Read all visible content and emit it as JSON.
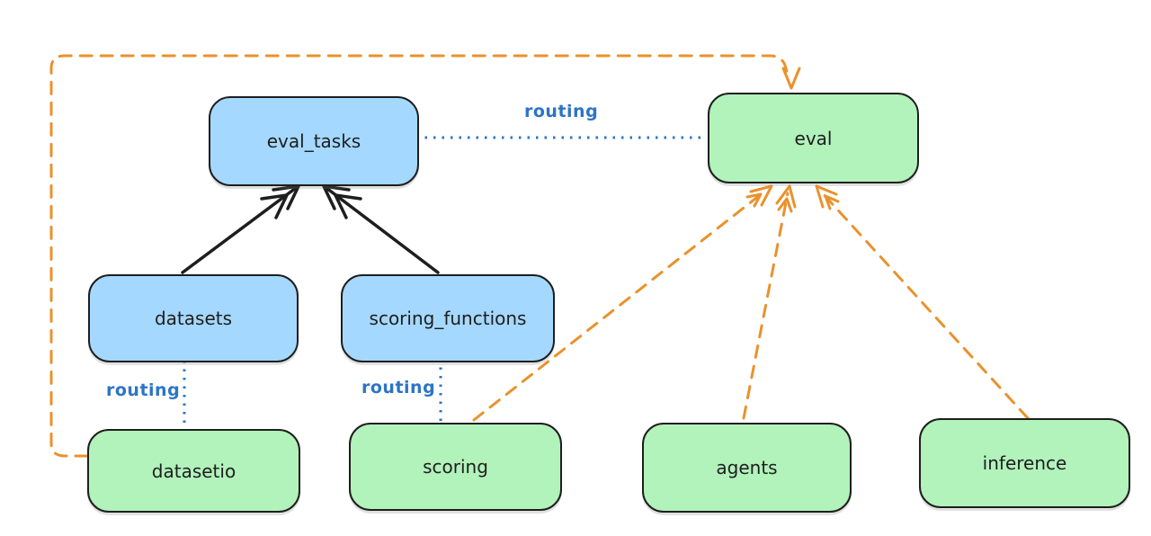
{
  "diagram": {
    "nodes": {
      "eval_tasks": {
        "label": "eval_tasks",
        "color": "blue"
      },
      "eval": {
        "label": "eval",
        "color": "green"
      },
      "datasets": {
        "label": "datasets",
        "color": "blue"
      },
      "scoring_functions": {
        "label": "scoring_functions",
        "color": "blue"
      },
      "datasetio": {
        "label": "datasetio",
        "color": "green"
      },
      "scoring": {
        "label": "scoring",
        "color": "green"
      },
      "agents": {
        "label": "agents",
        "color": "green"
      },
      "inference": {
        "label": "inference",
        "color": "green"
      }
    },
    "edges": [
      {
        "from": "datasets",
        "to": "eval_tasks",
        "style": "solid-black-arrow"
      },
      {
        "from": "scoring_functions",
        "to": "eval_tasks",
        "style": "solid-black-arrow"
      },
      {
        "from": "eval_tasks",
        "to": "eval",
        "style": "dotted-blue",
        "label": "routing"
      },
      {
        "from": "datasets",
        "to": "datasetio",
        "style": "dotted-blue",
        "label": "routing"
      },
      {
        "from": "scoring_functions",
        "to": "scoring",
        "style": "dotted-blue",
        "label": "routing"
      },
      {
        "from": "datasetio",
        "to": "eval",
        "style": "dashed-orange-arrow"
      },
      {
        "from": "scoring",
        "to": "eval",
        "style": "dashed-orange-arrow"
      },
      {
        "from": "agents",
        "to": "eval",
        "style": "dashed-orange-arrow"
      },
      {
        "from": "inference",
        "to": "eval",
        "style": "dashed-orange-arrow"
      }
    ],
    "colors": {
      "blue_fill": "#a5d8ff",
      "green_fill": "#b2f2bb",
      "stroke": "#1e1e1e",
      "routing_blue": "#2d74c6",
      "arrow_orange": "#e9922c",
      "arrow_black": "#1e1e1e",
      "background": "#ffffff"
    }
  }
}
